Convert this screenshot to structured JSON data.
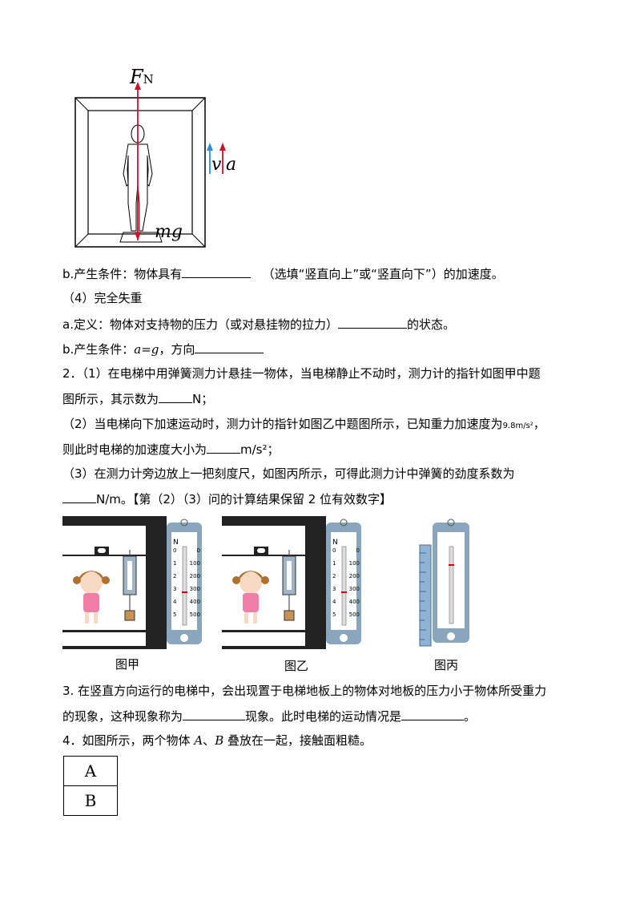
{
  "figure1": {
    "fn_label": "F",
    "fn_sub": "N",
    "v_label": "v",
    "a_label": "a",
    "mg_label": "mg"
  },
  "text": {
    "line_b1_pre": "b.产生条件：物体具有",
    "line_b1_post": "（选填“竖直向上”或“竖直向下”）的加速度。",
    "section4": "（4）完全失重",
    "line_a_pre": "a.定义：物体对支持物的压力（或对悬挂物的拉力）",
    "line_a_post": "的状态。",
    "line_b2_pre": "b.产生条件：",
    "line_b2_ag": "a=g",
    "line_b2_post": "，方向",
    "q2_l1": "2．（1）在电梯中用弹簧测力计悬挂一物体，当电梯静止不动时，测力计的指针如图甲中题",
    "q2_l2_pre": "图所示，其示数为",
    "q2_l2_post": "N；",
    "q2_l3_pre": "（2）当电梯向下加速运动时，测力计的指针如图乙中题图所示，已知重力加速度为",
    "q2_l3_g": "9.8m/s²",
    "q2_l3_post": "，",
    "q2_l4_pre": "则此时电梯的加速度大小为",
    "q2_l4_post": "m/s²；",
    "q2_l5": "（3）在测力计旁边放上一把刻度尺，如图丙所示，可得此测力计中弹簧的劲度系数为",
    "q2_l6_post": "N/m。【第（2）（3）问的计算结果保留 2 位有效数字】",
    "q3_l1": "3. 在竖直方向运行的电梯中，会出现置于电梯地板上的物体对地板的压力小于物体所受重力",
    "q3_l2_pre": "的现象，这种现象称为",
    "q3_l2_mid": "现象。此时电梯的运动情况是",
    "q3_l2_post": "。",
    "q4_pre": "4．如图所示，两个物体 ",
    "q4_A": "A",
    "q4_mid": "、",
    "q4_B": "B",
    "q4_post": " 叠放在一起，接触面粗糙。"
  },
  "captions": {
    "jia": "图甲",
    "yi": "图乙",
    "bing": "图丙"
  },
  "scale": {
    "unit": "N",
    "ticks": [
      "0",
      "1",
      "2",
      "3",
      "4",
      "5"
    ],
    "right_ticks": [
      "0",
      "100",
      "200",
      "300",
      "400",
      "500"
    ]
  },
  "blocks": {
    "top": "A",
    "bottom": "B"
  },
  "colors": {
    "force_arrow": "#d0102a",
    "velocity_arrow": "#2a8fd6",
    "elevator_frame": "#2b2b2b",
    "gauge_blue": "#8aa6bd"
  }
}
